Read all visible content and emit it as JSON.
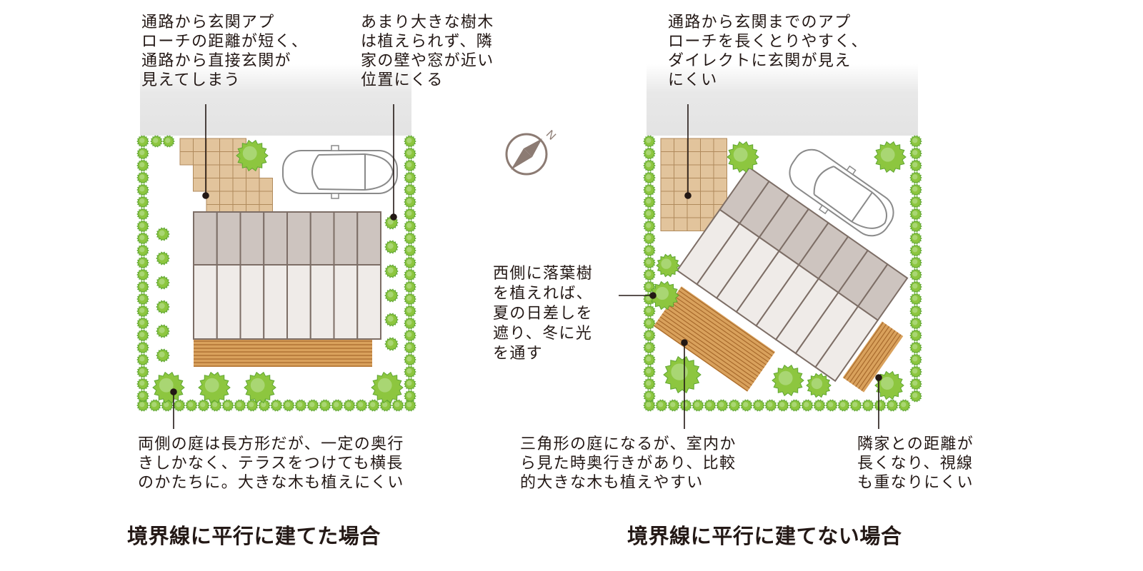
{
  "left": {
    "title": "境界線に平行に建てた場合",
    "notes": {
      "approach": "通路から玄関アプ\nローチの距離が短く、\n通路から直接玄関が\n見えてしまう",
      "neighbor": "あまり大きな樹木\nは植えられず、隣\n家の壁や窓が近い\n位置にくる",
      "garden": "両側の庭は長方形だが、一定の奥行\nきしかなく、テラスをつけても横長\nのかたちに。大きな木も植えにくい"
    }
  },
  "right": {
    "title": "境界線に平行に建てない場合",
    "notes": {
      "approach": "通路から玄関までのアプ\nローチを長くとりやすく、\nダイレクトに玄関が見え\nにくい",
      "west_tree": "西側に落葉樹\nを植えれば、\n夏の日差しを\n遮り、冬に光\nを通す",
      "garden": "三角形の庭になるが、室内か\nら見た時奥行きがあり、比較\n的大きな木も植えやすい",
      "neighbor": "隣家との距離が\n長くなり、視線\nも重なりにくい"
    }
  },
  "compass": {
    "label": "N"
  },
  "colors": {
    "hedge": "#8dc63f",
    "hedge_dark": "#5fa632",
    "road": "#e6e6e6",
    "paving": "#e2c49c",
    "paving_line": "#b08a5c",
    "roof_upper": "#cdc4bf",
    "roof_lower": "#efebe8",
    "roof_line": "#7d6e66",
    "deck": "#d9a15c",
    "deck_line": "#a86a2c",
    "text": "#231815"
  }
}
